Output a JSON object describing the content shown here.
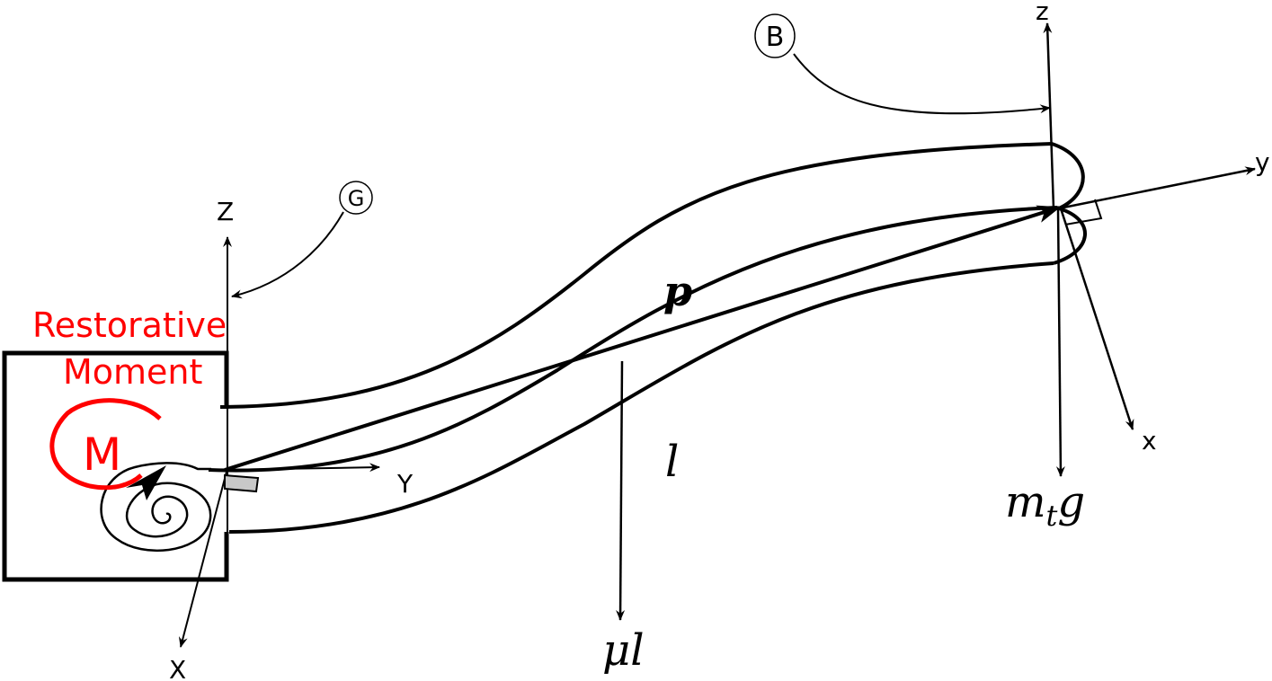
{
  "labels": {
    "restorative": "Restorative",
    "moment": "Moment",
    "moment_symbol": "M",
    "frame_g": "G",
    "frame_b": "B",
    "global_z": "Z",
    "global_y": "Y",
    "global_x": "X",
    "body_z": "z",
    "body_y": "y",
    "body_x": "x",
    "position_vector": "p",
    "length": "l",
    "distributed_weight": "μl",
    "tip_weight_base": "m",
    "tip_weight_sub": "t",
    "tip_weight_g": "g"
  },
  "colors": {
    "moment": "#ff0000",
    "lines": "#000000",
    "clamp": "#c8c8c8"
  }
}
